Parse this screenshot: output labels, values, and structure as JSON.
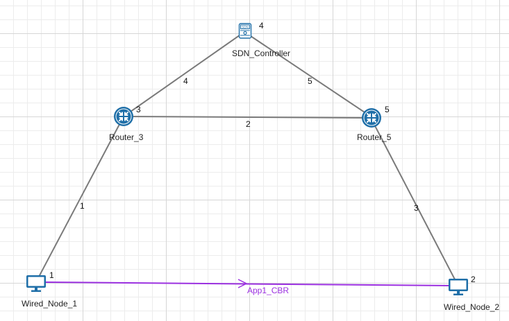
{
  "nodes": {
    "sdn_controller": {
      "name": "SDN_Controller",
      "id": "4",
      "icon_text": "SDN"
    },
    "router_3": {
      "name": "Router_3",
      "id": "3"
    },
    "router_5": {
      "name": "Router_5",
      "id": "5"
    },
    "wired_node_1": {
      "name": "Wired_Node_1",
      "id": "1"
    },
    "wired_node_2": {
      "name": "Wired_Node_2",
      "id": "2"
    }
  },
  "links": {
    "link_1": "1",
    "link_2": "2",
    "link_3": "3",
    "link_4": "4",
    "link_5": "5"
  },
  "application": {
    "name": "App1_CBR",
    "color": "#9b30e0"
  },
  "colors": {
    "link": "#7a7a7a",
    "device": "#1f6fa8",
    "grid_major": "#d6d6d6",
    "grid_minor": "#ececec"
  }
}
